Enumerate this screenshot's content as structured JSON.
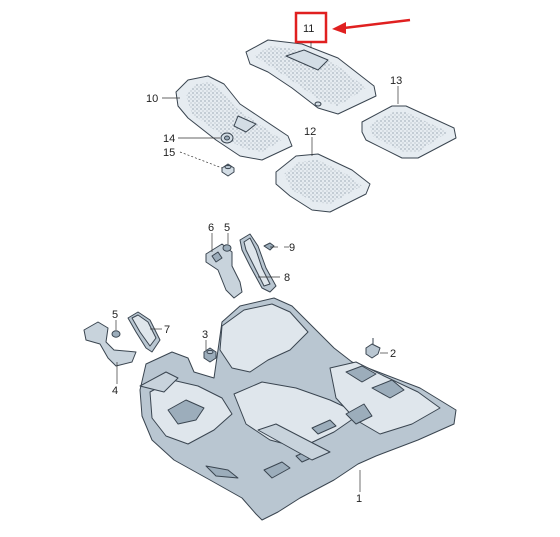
{
  "callouts": {
    "c1": "1",
    "c2": "2",
    "c3": "3",
    "c4": "4",
    "c5a": "5",
    "c5b": "5",
    "c6": "6",
    "c7": "7",
    "c8": "8",
    "c9": "9",
    "c10": "10",
    "c11": "11",
    "c12": "12",
    "c13": "13",
    "c14": "14",
    "c15": "15"
  },
  "highlight": {
    "target": "11",
    "box_color": "#e02020",
    "arrow_color": "#e02020"
  },
  "colors": {
    "outline": "#3a4550",
    "mat_fill": "#e6ecf1",
    "carpet_fill": "#dfe6ec"
  }
}
